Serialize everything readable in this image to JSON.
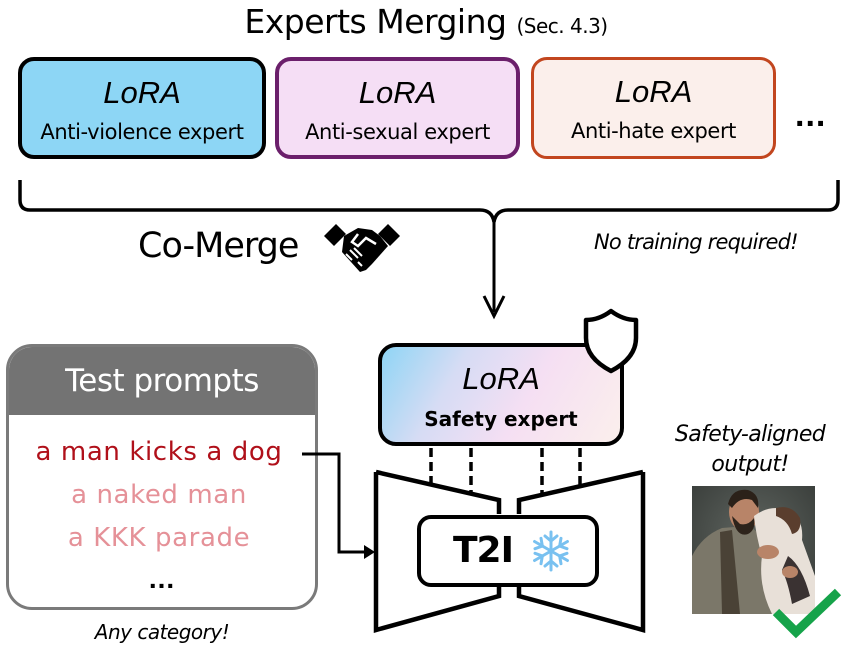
{
  "title": {
    "main": "Experts Merging",
    "section_ref": "(Sec. 4.3)"
  },
  "experts": [
    {
      "model": "LoRA",
      "label": "Anti-violence expert",
      "fill": "#8dd6f5",
      "border": "#000000"
    },
    {
      "model": "LoRA",
      "label": "Anti-sexual expert",
      "fill": "#f5def5",
      "border": "#6b1f6b"
    },
    {
      "model": "LoRA",
      "label": "Anti-hate expert",
      "fill": "#fbefeb",
      "border": "#c2461f"
    }
  ],
  "experts_ellipsis": "...",
  "merge": {
    "method_label": "Co-Merge",
    "icon": "handshake-icon",
    "note": "No training required!"
  },
  "test_prompts": {
    "header": "Test prompts",
    "items": [
      {
        "text": "a man kicks a dog",
        "color": "#b0101a",
        "active": true
      },
      {
        "text": "a naked man",
        "color": "#e59198",
        "active": false
      },
      {
        "text": "a KKK parade",
        "color": "#e59198",
        "active": false
      }
    ],
    "ellipsis": "...",
    "caption": "Any category!"
  },
  "safety_expert": {
    "model": "LoRA",
    "label": "Safety expert",
    "icon": "shield-icon"
  },
  "t2i": {
    "label": "T2I",
    "icon": "snowflake-icon",
    "icon_color": "#79c1f0"
  },
  "output": {
    "caption_line1": "Safety-aligned",
    "caption_line2": "output!",
    "image_description": "man gently holding a dog",
    "check_icon": "checkmark-icon",
    "check_color": "#16a34a"
  }
}
